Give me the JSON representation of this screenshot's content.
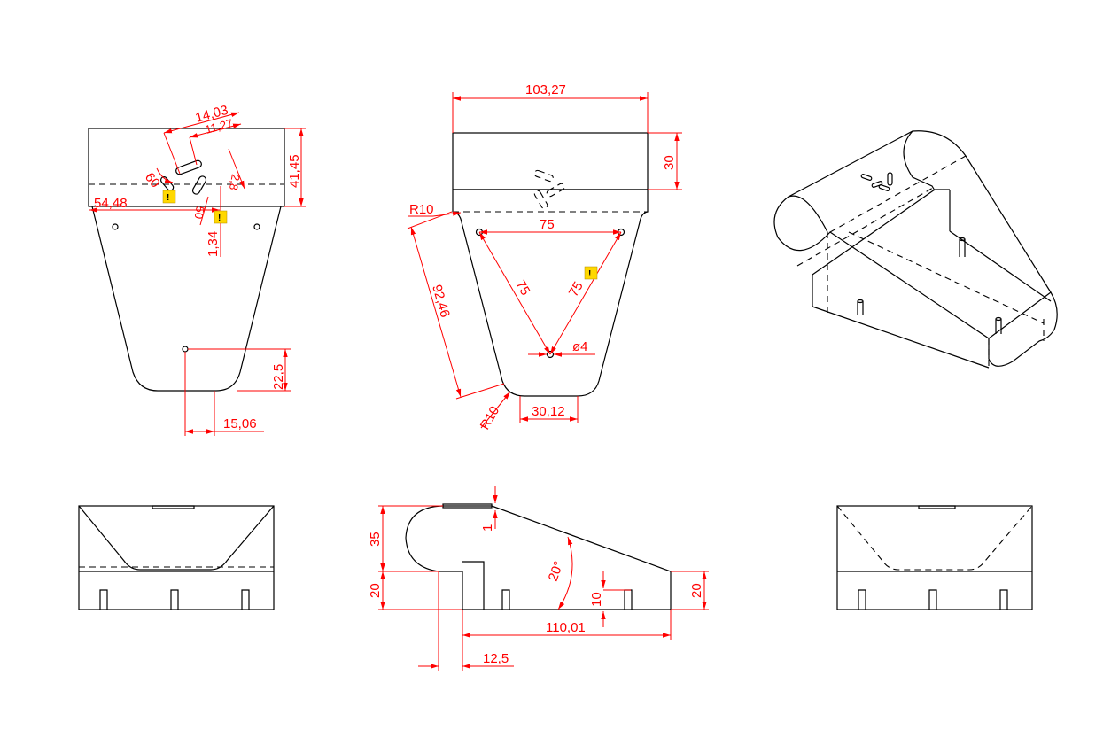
{
  "top_view": {
    "dim_width_overall": "14,03",
    "dim_width_inner": "11,27",
    "dim_height": "41,45",
    "dim_angle_60": "60",
    "dim_len_54": "54,48",
    "dim_2_8": "2,8",
    "dim_50": "50",
    "dim_1_34": "1,34",
    "dim_22_5": "22,5",
    "dim_15_06": "15,06"
  },
  "front_view": {
    "dim_width": "103,27",
    "dim_30": "30",
    "dim_r10_top": "R10",
    "dim_75_h": "75",
    "dim_75_left": "75",
    "dim_75_right": "75",
    "dim_92_46": "92,46",
    "dim_phi4": "ø4",
    "dim_r10_bottom": "R10",
    "dim_30_12": "30,12"
  },
  "side_view": {
    "dim_35": "35",
    "dim_20_left": "20",
    "dim_1": "1",
    "dim_20_angle": "20°",
    "dim_10": "10",
    "dim_20_right": "20",
    "dim_110_01": "110,01",
    "dim_12_5": "12,5"
  },
  "warning_marker": "!",
  "colors": {
    "object_line": "#000000",
    "dimension_line": "#ff0000",
    "warning_marker": "#ffd800"
  }
}
